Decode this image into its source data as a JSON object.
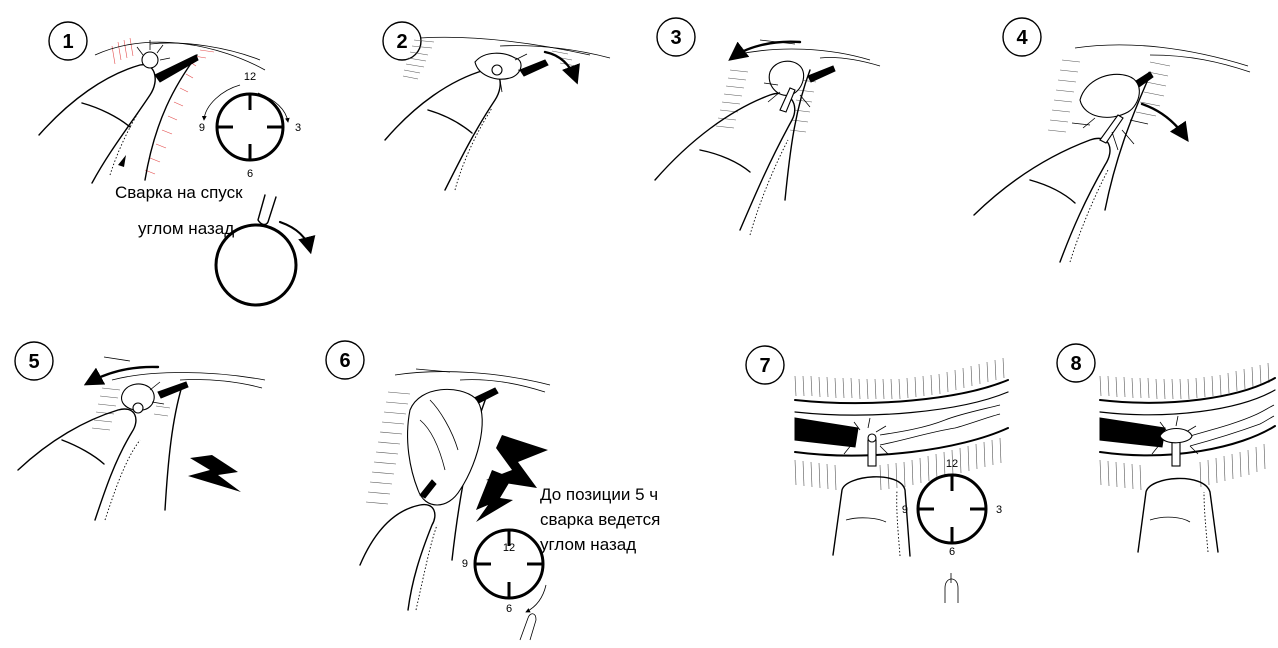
{
  "colors": {
    "line": "#000000",
    "background": "#ffffff",
    "preheat_hatch": "#e24a4a"
  },
  "steps": [
    {
      "number": "1"
    },
    {
      "number": "2"
    },
    {
      "number": "3"
    },
    {
      "number": "4"
    },
    {
      "number": "5"
    },
    {
      "number": "6"
    },
    {
      "number": "7"
    },
    {
      "number": "8"
    }
  ],
  "clock_labels": {
    "twelve": "12",
    "three": "3",
    "six": "6",
    "nine": "9"
  },
  "captions": {
    "step1_line1": "Сварка на спуск",
    "step1_line2": "углом назад",
    "step6_line1": "До позиции 5 ч",
    "step6_line2": "сварка ведется",
    "step6_line3": "углом назад"
  }
}
